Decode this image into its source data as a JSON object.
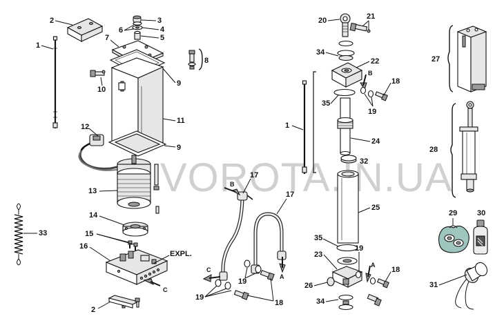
{
  "watermark": "VOROTA.IN.UA",
  "labels": {
    "l1a": "1",
    "l1b": "1",
    "l2a": "2",
    "l2b": "2",
    "l3": "3",
    "l4": "4",
    "l5": "5",
    "l6": "6",
    "l7": "7",
    "l8": "8",
    "l9a": "9",
    "l9b": "9",
    "l10": "10",
    "l11": "11",
    "l12": "12",
    "l13": "13",
    "l14": "14",
    "l15": "15",
    "l16": "16",
    "l17a": "17",
    "l17b": "17",
    "l18a": "18",
    "l18b": "18",
    "l18c": "18",
    "l19a": "19",
    "l19b": "19",
    "l19c": "19",
    "l19d": "19",
    "l20": "20",
    "l21": "21",
    "l22": "22",
    "l23": "23",
    "l24": "24",
    "l25": "25",
    "l26": "26",
    "l27": "27",
    "l28": "28",
    "l29": "29",
    "l30": "30",
    "l31": "31",
    "l32": "32",
    "l33": "33",
    "l34a": "34",
    "l34b": "34",
    "l35a": "35",
    "l35b": "35",
    "expl": "EXPL."
  },
  "arrows": {
    "a1": "A",
    "a2": "A",
    "b1": "B",
    "b2": "B",
    "c1": "C",
    "c2": "C"
  }
}
